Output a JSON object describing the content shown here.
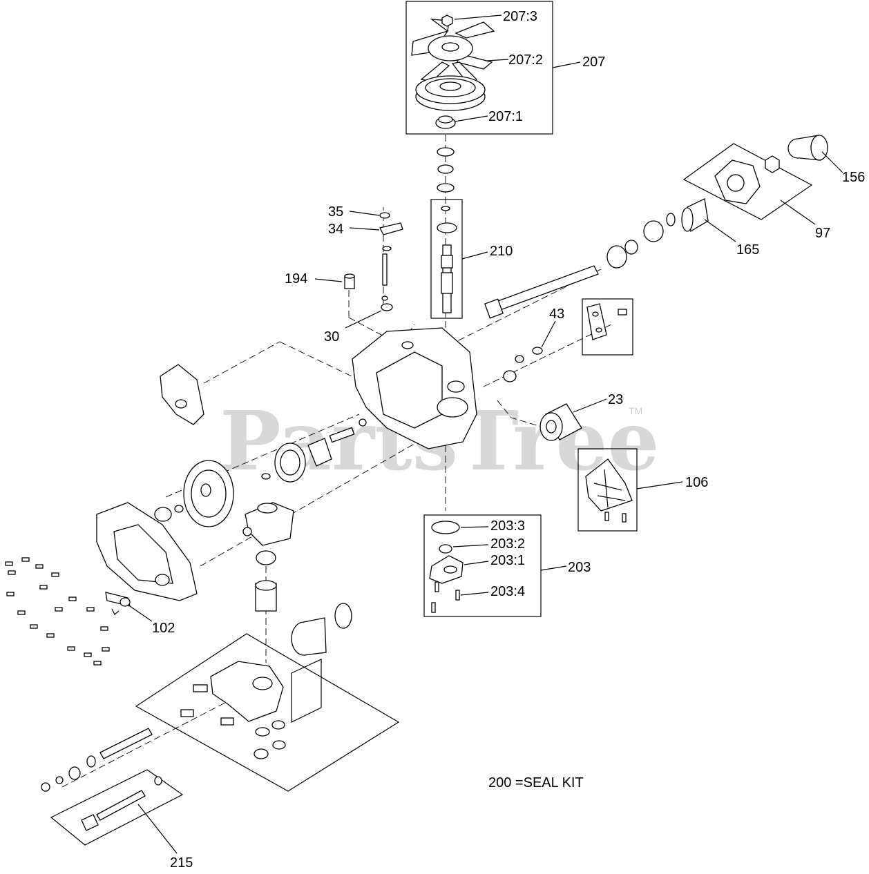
{
  "watermark": "PartsTree",
  "watermark_tm": "TM",
  "note": "200 =SEAL KIT",
  "callouts": {
    "c207_3": "207:3",
    "c207_2": "207:2",
    "c207": "207",
    "c207_1": "207:1",
    "c156": "156",
    "c97": "97",
    "c165": "165",
    "c35": "35",
    "c34": "34",
    "c210": "210",
    "c194": "194",
    "c30": "30",
    "c43": "43",
    "c23": "23",
    "c106": "106",
    "c203_3": "203:3",
    "c203_2": "203:2",
    "c203_1": "203:1",
    "c203": "203",
    "c203_4": "203:4",
    "c102": "102",
    "c215": "215"
  }
}
